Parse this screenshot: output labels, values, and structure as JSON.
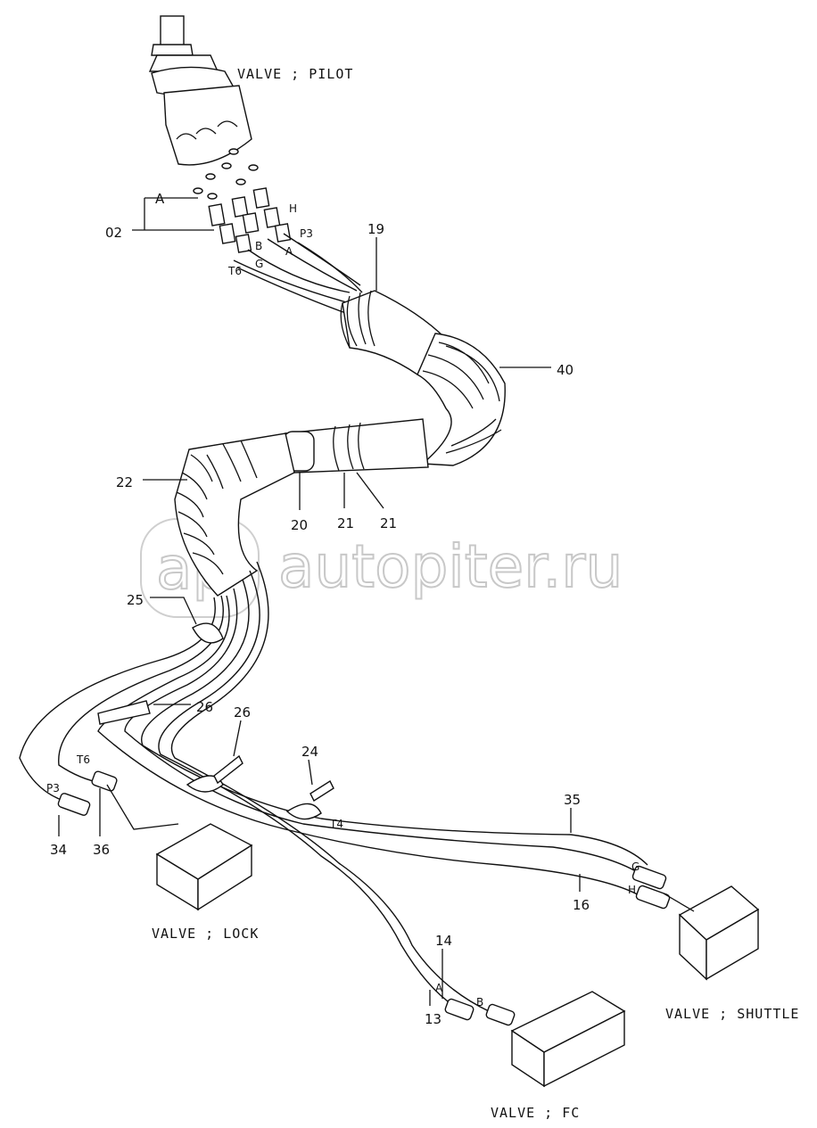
{
  "components": {
    "pilot_valve": "VALVE ; PILOT",
    "lock_valve": "VALVE ; LOCK",
    "shuttle_valve": "VALVE ; SHUTTLE",
    "fc_valve": "VALVE ; FC"
  },
  "part_numbers": {
    "p02": "02",
    "p13": "13",
    "p14": "14",
    "p16": "16",
    "p19": "19",
    "p20": "20",
    "p21a": "21",
    "p21b": "21",
    "p22": "22",
    "p24": "24",
    "p25": "25",
    "p26a": "26",
    "p26b": "26",
    "p34": "34",
    "p35": "35",
    "p36": "36",
    "p40": "40"
  },
  "port_labels": {
    "a_top": "A",
    "h_top": "H",
    "p3_top": "P3",
    "b_top": "B",
    "a_top2": "A",
    "t6_top": "T6",
    "g_top": "G",
    "t6_lock": "T6",
    "p3_lock": "P3",
    "t4": "T4",
    "g_shuttle": "G",
    "h_shuttle": "H",
    "a_fc": "A",
    "b_fc": "B"
  },
  "watermark": "autopiter.ru"
}
